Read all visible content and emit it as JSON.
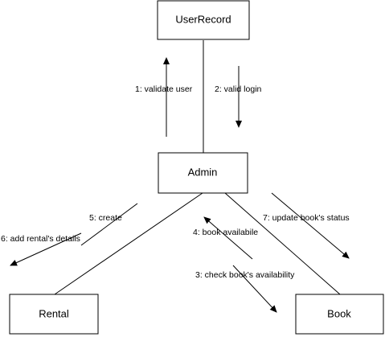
{
  "nodes": {
    "userrecord": "UserRecord",
    "admin": "Admin",
    "rental": "Rental",
    "book": "Book"
  },
  "messages": {
    "m1": "1: validate user",
    "m2": "2: valid login",
    "m3": "3: check book's availability",
    "m4": "4: book availabile",
    "m5": "5: create",
    "m6": "6: add rental's details",
    "m7": "7: update book's status"
  },
  "colors": {
    "stroke": "#000000",
    "fill": "#ffffff"
  }
}
